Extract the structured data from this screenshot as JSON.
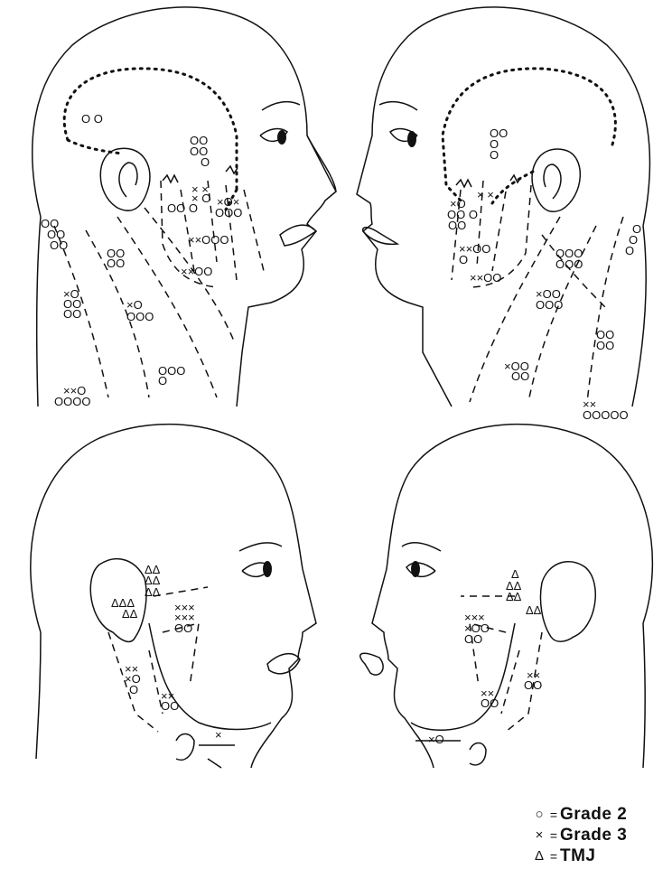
{
  "legend": {
    "items": [
      {
        "symbol": "○",
        "equals": "=",
        "label": "Grade 2"
      },
      {
        "symbol": "×",
        "equals": "=",
        "label": "Grade 3"
      },
      {
        "symbol": "Δ",
        "equals": "=",
        "label": "TMJ"
      }
    ]
  }
}
